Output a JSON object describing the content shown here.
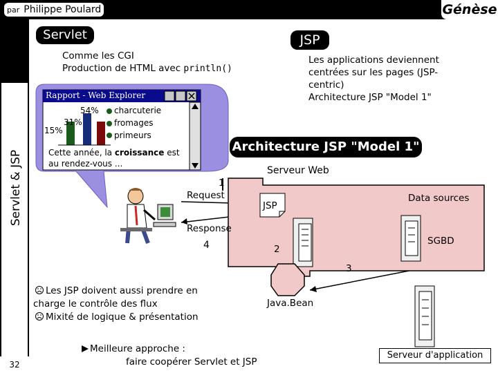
{
  "header": {
    "par": "par",
    "author": "Philippe Poulard",
    "title": "Génèse"
  },
  "sidebar": {
    "title": "Servlet & JSP",
    "page_number": "32"
  },
  "servlet_block": {
    "title": "Servlet",
    "line1": "Comme les CGI",
    "line2_prefix": "Production de HTML avec ",
    "line2_code": "println()"
  },
  "jsp_block": {
    "title": "JSP",
    "lines": [
      "Les applications deviennent",
      "centrées sur les pages (JSP-",
      "centric)",
      "Architecture JSP \"Model 1\""
    ]
  },
  "report_window": {
    "title": "Rapport - Web Explorer",
    "legend": [
      "charcuterie",
      "fromages",
      "primeurs"
    ],
    "percent_labels": [
      "54%",
      "31%",
      "15%"
    ],
    "text_before": "Cette année, la ",
    "text_bold": "croissance",
    "text_after": " est",
    "text_line2": "au rendez-vous ..."
  },
  "diagram": {
    "heading": "Architecture JSP \"Model 1\"",
    "server_label": "Serveur Web",
    "step1": "1",
    "request": "Request",
    "response": "Response",
    "step4": "4",
    "jsp": "JSP",
    "step2": "2",
    "step3": "3",
    "data_sources": "Data sources",
    "sgbd": "SGBD",
    "javabean": "Java.Bean",
    "app_server": "Serveur d'application"
  },
  "notes": {
    "bullet1": "Les JSP doivent aussi prendre en",
    "bullet1b": "charge le contrôle des flux",
    "bullet2": "Mixité de logique & présentation",
    "conclusion1": "Meilleure approche :",
    "conclusion2": "faire coopérer Servlet et JSP"
  },
  "icons": {
    "bullet": "frown-face-icon",
    "arrow": "right-arrow-icon"
  },
  "colors": {
    "sidebar": "#000000",
    "diagram_fill": "#f2c9c9",
    "bar_blue": "#142c7a",
    "bar_green": "#1a5a1a",
    "bar_red": "#7a0a0a",
    "callout": "#9a8fe0"
  }
}
